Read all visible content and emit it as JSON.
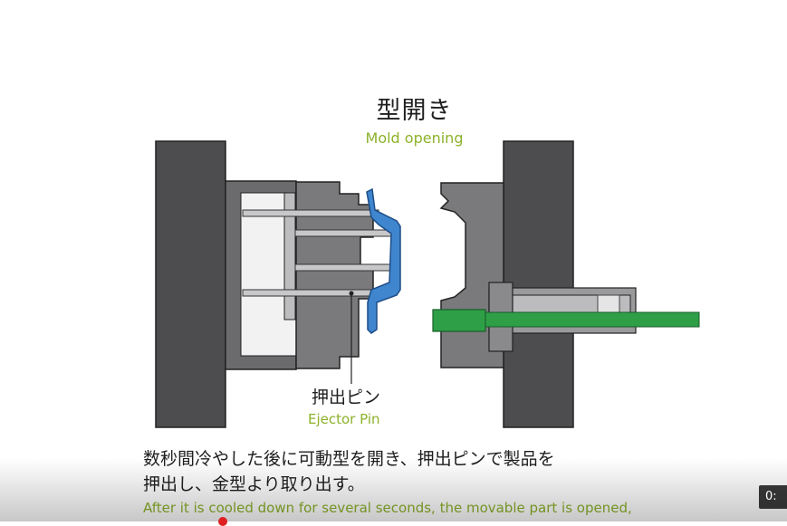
{
  "title_jp": "型開き",
  "title_en": "Mold opening",
  "ejector_label_jp": "押出ピン",
  "ejector_label_en": "Ejector Pin",
  "caption_jp_line1": "数秒間冷やした後に可動型を開き、押出ピンで製品を",
  "caption_jp_line2": "押出し、金型より取り出す。",
  "caption_en": "After it is cooled down for several seconds, the movable part is opened,",
  "video_time": "0:",
  "colors": {
    "platen": "#4d4d4f",
    "mold_plate": "#7a7a7c",
    "pin": "#c8c8ca",
    "product": "#3f86cf",
    "injection_rod": "#2e9f46",
    "accent_text": "#8cb22a"
  }
}
